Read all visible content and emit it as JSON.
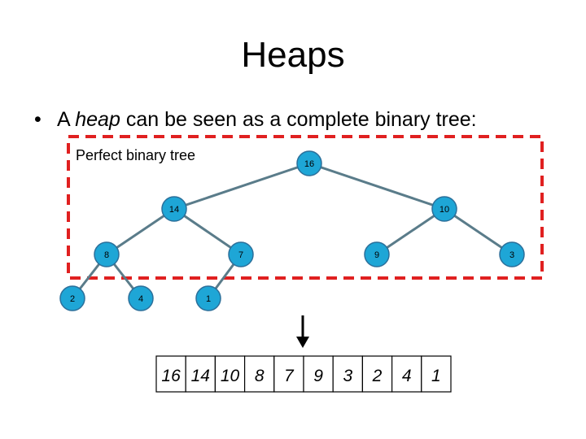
{
  "slide": {
    "title": "Heaps",
    "bullet": {
      "prefix": "A ",
      "emphasis": "heap",
      "suffix": " can be seen as a complete binary tree:"
    },
    "box_label": "Perfect binary tree"
  },
  "colors": {
    "edge": "#5a7c8a",
    "node_fill": "#1ea6d6",
    "node_stroke": "#2b6f9a",
    "dashed_box": "#e02020"
  },
  "tree": {
    "nodes": [
      {
        "id": "n16",
        "label": "16"
      },
      {
        "id": "n14",
        "label": "14"
      },
      {
        "id": "n10",
        "label": "10"
      },
      {
        "id": "n8",
        "label": "8"
      },
      {
        "id": "n7",
        "label": "7"
      },
      {
        "id": "n9",
        "label": "9"
      },
      {
        "id": "n3",
        "label": "3"
      },
      {
        "id": "n2",
        "label": "2"
      },
      {
        "id": "n4",
        "label": "4"
      },
      {
        "id": "n1",
        "label": "1"
      }
    ],
    "edges": [
      [
        "n16",
        "n14"
      ],
      [
        "n16",
        "n10"
      ],
      [
        "n14",
        "n8"
      ],
      [
        "n14",
        "n7"
      ],
      [
        "n10",
        "n9"
      ],
      [
        "n10",
        "n3"
      ],
      [
        "n8",
        "n2"
      ],
      [
        "n8",
        "n4"
      ],
      [
        "n7",
        "n1"
      ]
    ]
  },
  "array": {
    "values": [
      "16",
      "14",
      "10",
      "8",
      "7",
      "9",
      "3",
      "2",
      "4",
      "1"
    ]
  }
}
